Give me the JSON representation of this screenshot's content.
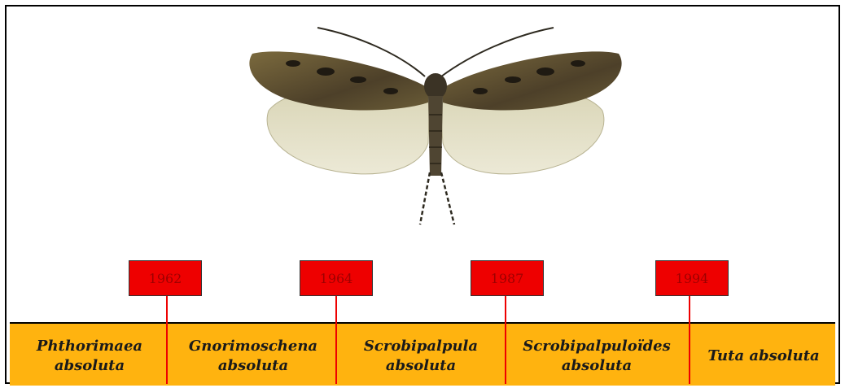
{
  "colors": {
    "band": "#FFB30F",
    "marker": "#EE0000",
    "marker_text": "#9E0000",
    "line": "#EE0000"
  },
  "figure": {
    "image": "moth-photo",
    "timeline": {
      "markers": [
        {
          "year": "1962"
        },
        {
          "year": "1964"
        },
        {
          "year": "1987"
        },
        {
          "year": "1994"
        }
      ],
      "names": [
        {
          "line1": "Phthorimaea",
          "line2": "absoluta"
        },
        {
          "line1": "Gnorimoschena",
          "line2": "absoluta"
        },
        {
          "line1": "Scrobipalpula",
          "line2": "absoluta"
        },
        {
          "line1": "Scrobipalpuloïdes",
          "line2": "absoluta"
        },
        {
          "line1": "Tuta absoluta",
          "line2": ""
        }
      ]
    }
  }
}
